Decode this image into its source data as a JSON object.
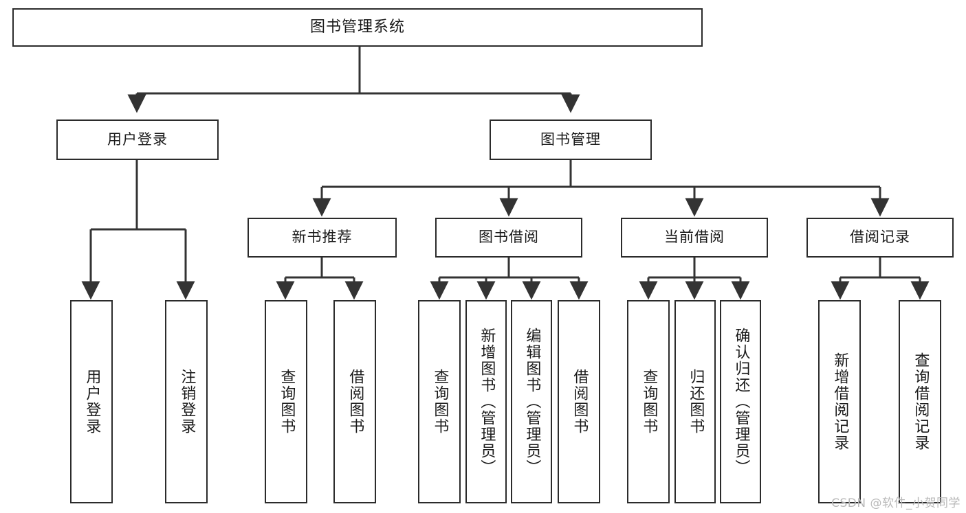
{
  "diagram": {
    "type": "tree",
    "title": "图书管理系统",
    "watermark": "CSDN @软件_小贺同学",
    "colors": {
      "box_border": "#2b2b2b",
      "box_fill": "#ffffff",
      "edge": "#333333",
      "text": "#1a1a1a",
      "watermark": "#b9b9b9"
    },
    "root": {
      "label": "图书管理系统"
    },
    "level2": [
      {
        "id": "user-login",
        "label": "用户登录"
      },
      {
        "id": "book-manage",
        "label": "图书管理"
      }
    ],
    "level3": [
      {
        "id": "new-book-rec",
        "label": "新书推荐",
        "parent": "book-manage"
      },
      {
        "id": "book-borrow",
        "label": "图书借阅",
        "parent": "book-manage"
      },
      {
        "id": "current-borrow",
        "label": "当前借阅",
        "parent": "book-manage"
      },
      {
        "id": "borrow-record",
        "label": "借阅记录",
        "parent": "book-manage"
      }
    ],
    "leaves": [
      {
        "id": "leaf-user-login",
        "label": "用户登录",
        "parent": "user-login"
      },
      {
        "id": "leaf-logout",
        "label": "注销登录",
        "parent": "user-login"
      },
      {
        "id": "leaf-query-book-1",
        "label": "查询图书",
        "parent": "new-book-rec"
      },
      {
        "id": "leaf-borrow-book-1",
        "label": "借阅图书",
        "parent": "new-book-rec"
      },
      {
        "id": "leaf-query-book-2",
        "label": "查询图书",
        "parent": "book-borrow"
      },
      {
        "id": "leaf-add-book",
        "label": "新增图书（管理员）",
        "parent": "book-borrow"
      },
      {
        "id": "leaf-edit-book",
        "label": "编辑图书（管理员）",
        "parent": "book-borrow"
      },
      {
        "id": "leaf-borrow-book-2",
        "label": "借阅图书",
        "parent": "book-borrow"
      },
      {
        "id": "leaf-query-book-3",
        "label": "查询图书",
        "parent": "current-borrow"
      },
      {
        "id": "leaf-return-book",
        "label": "归还图书",
        "parent": "current-borrow"
      },
      {
        "id": "leaf-confirm-return",
        "label": "确认归还（管理员）",
        "parent": "current-borrow"
      },
      {
        "id": "leaf-add-record",
        "label": "新增借阅记录",
        "parent": "borrow-record"
      },
      {
        "id": "leaf-query-record",
        "label": "查询借阅记录",
        "parent": "borrow-record"
      }
    ]
  }
}
